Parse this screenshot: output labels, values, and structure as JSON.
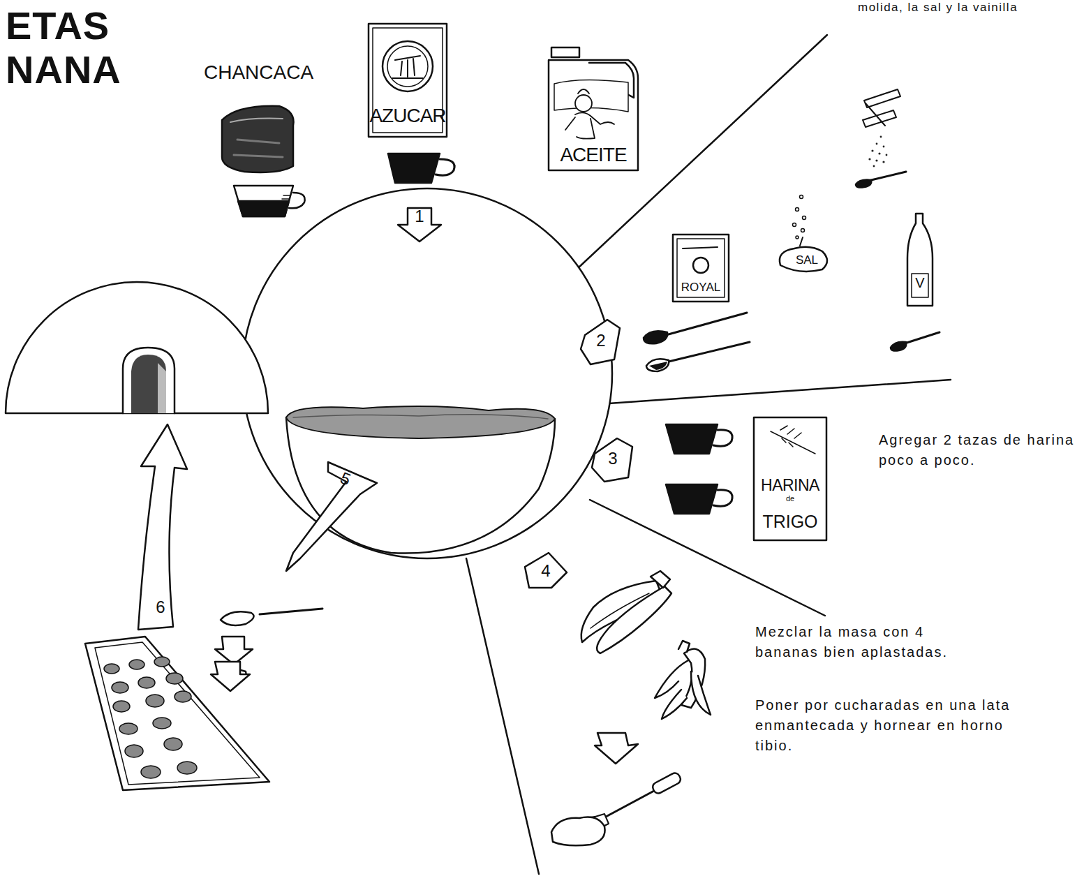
{
  "diagram": {
    "title": "ETAS NANA",
    "labels": [
      "molida, la sal y la vainilla",
      "CHANCACA",
      "AZUCAR",
      "ACEITE",
      "1",
      "ROYAL",
      "SAL",
      "V",
      "2",
      "3",
      "HARINA",
      "de",
      "TRIGO",
      "Agregar 2 tazas de harina poco a poco.",
      "4",
      "5",
      "6",
      "Mezclar la masa con 4 bananas bien aplastadas.",
      "Poner por cucharadas en una lata enmantecada y hornear en horno tibio."
    ]
  }
}
